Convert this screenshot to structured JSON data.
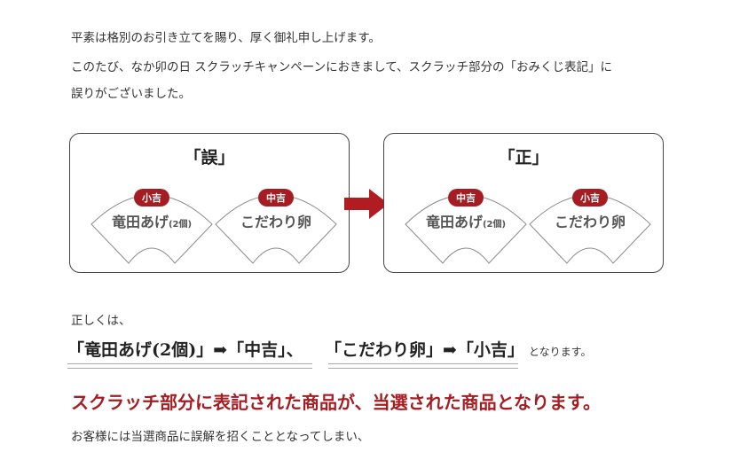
{
  "intro": {
    "line1": "平素は格別のお引き立てを賜り、厚く御礼申し上げます。",
    "line2": "このたび、なか卯の日 スクラッチキャンペーンにおきまして、スクラッチ部分の「おみくじ表記」に",
    "line3": "誤りがございました。"
  },
  "wrong": {
    "title": "「誤」",
    "fans": [
      {
        "badge": "小吉",
        "item": "竜田あげ",
        "sub": "(2個)"
      },
      {
        "badge": "中吉",
        "item": "こだわり卵",
        "sub": ""
      }
    ]
  },
  "right": {
    "title": "「正」",
    "fans": [
      {
        "badge": "中吉",
        "item": "竜田あげ",
        "sub": "(2個)"
      },
      {
        "badge": "小吉",
        "item": "こだわり卵",
        "sub": ""
      }
    ]
  },
  "correct_label": "正しくは、",
  "correction": {
    "part1": "「竜田あげ(2個)」➡「中吉」、",
    "part2": "「こだわり卵」➡「小吉」",
    "suffix": "となります。"
  },
  "notice": "スクラッチ部分に表記された商品が、当選された商品となります。",
  "apology": "お客様には当選商品に誤解を招くこととなってしまい、",
  "colors": {
    "accent": "#a51d22"
  }
}
